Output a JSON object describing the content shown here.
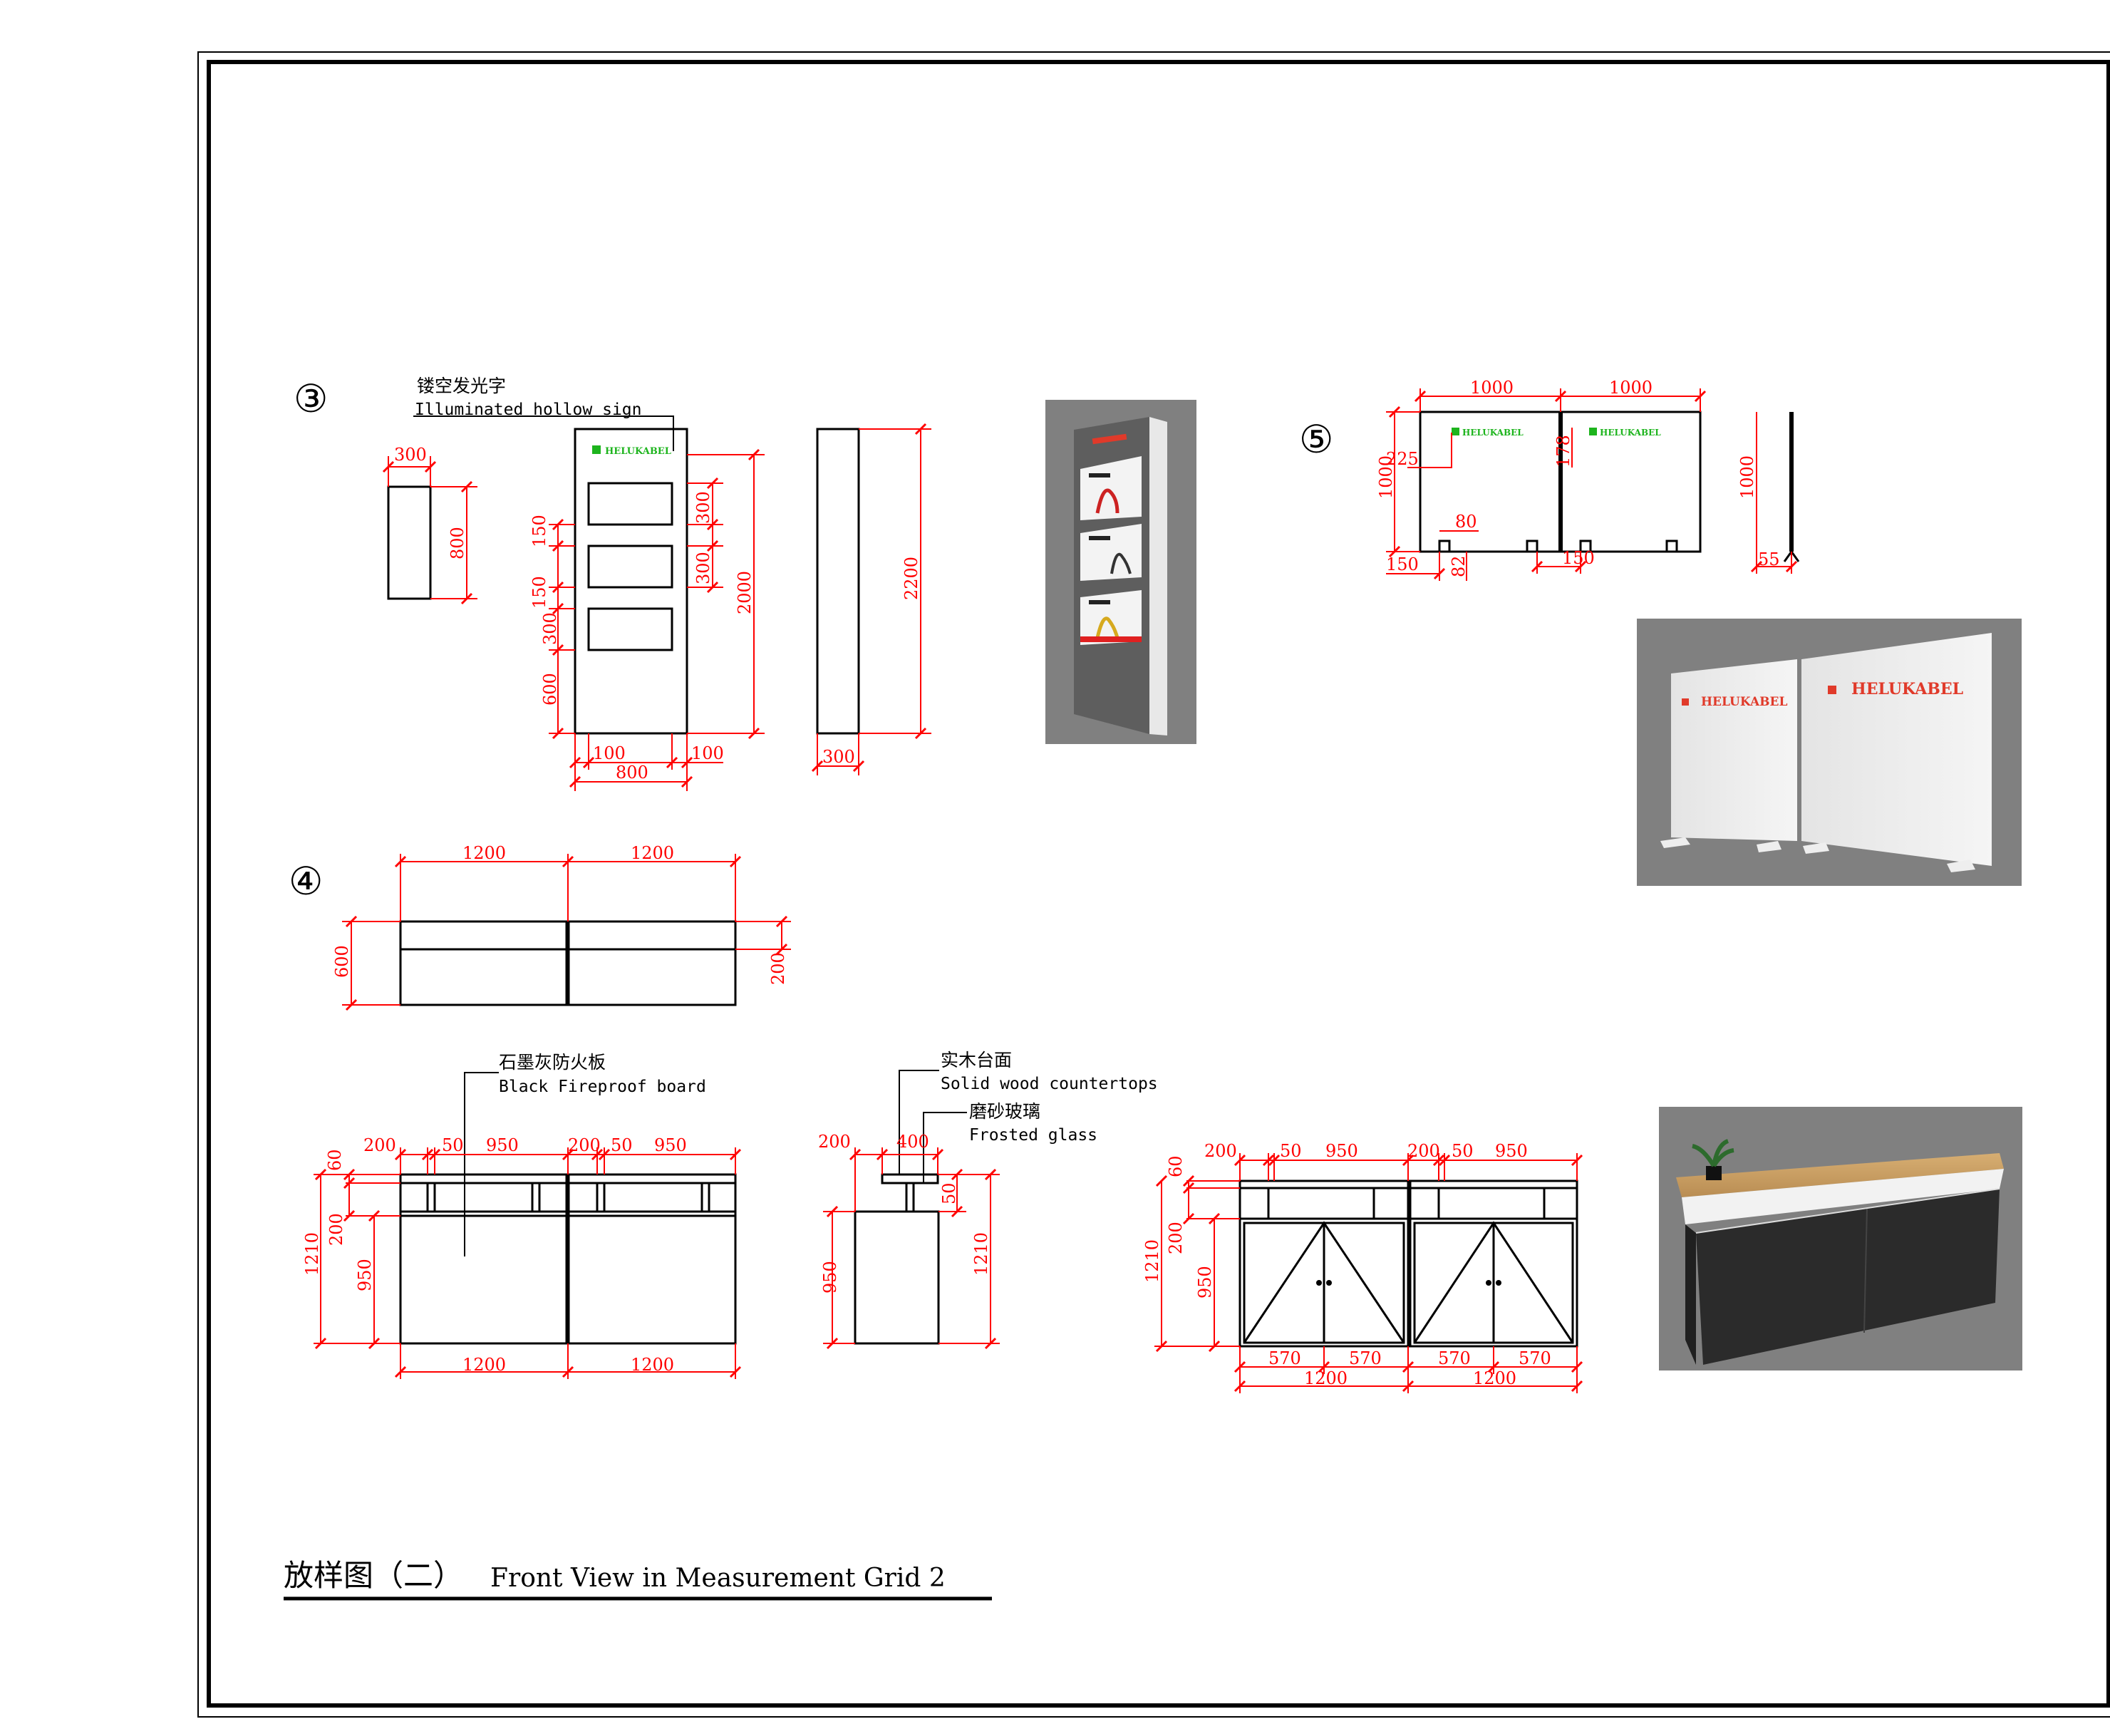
{
  "title": {
    "cn": "放样图（二）",
    "en": "Front View in Measurement Grid 2"
  },
  "section_markers": {
    "s3": "③",
    "s4": "④",
    "s5": "⑤"
  },
  "labels": {
    "sign_cn": "镂空发光字",
    "sign_en": "Illuminated hollow sign",
    "board_cn": "石墨灰防火板",
    "board_en": "Black Fireproof board",
    "wood_cn": "实木台面",
    "wood_en": "Solid wood countertops",
    "glass_cn": "磨砂玻璃",
    "glass_en": "Frosted glass"
  },
  "brand": {
    "name": "HELUKABEL",
    "green": "#1db41d",
    "red": "#e03a2a"
  },
  "colors": {
    "dimension": "#ff0000",
    "line": "#000000",
    "render_bg": "#808080"
  },
  "dims": {
    "s3": {
      "w300": "300",
      "h800": "800",
      "d150a": "150",
      "d150b": "150",
      "d300": "300",
      "d600": "600",
      "d300b": "300",
      "d300c": "300",
      "d2000": "2000",
      "d100a": "100",
      "d100b": "100",
      "d800": "800",
      "d2200": "2200",
      "d300s": "300"
    },
    "s4": {
      "top1200a": "1200",
      "top1200b": "1200",
      "top600": "600",
      "top200": "200",
      "f200": "200",
      "f50": "50",
      "f950": "950",
      "f200b": "200",
      "f50b": "50",
      "f950b": "950",
      "f60": "60",
      "f200v": "200",
      "f1210": "1210",
      "f950v": "950",
      "f1200a": "1200",
      "f1200b": "1200",
      "sd200": "200",
      "sd400": "400",
      "sd50": "50",
      "sd950": "950",
      "sd1210": "1210",
      "b200": "200",
      "b50": "50",
      "b950": "950",
      "b200b": "200",
      "b50b": "50",
      "b950b": "950",
      "b60": "60",
      "b200v": "200",
      "b1210": "1210",
      "b950v": "950",
      "b570a": "570",
      "b570b": "570",
      "b570c": "570",
      "b570d": "570",
      "b1200a": "1200",
      "b1200b": "1200"
    },
    "s5": {
      "w1000a": "1000",
      "w1000b": "1000",
      "h1000": "1000",
      "d225": "225",
      "d178": "178",
      "d80": "80",
      "d150": "150",
      "d82": "82",
      "d150b": "150",
      "sh1000": "1000",
      "d55": "55"
    }
  }
}
